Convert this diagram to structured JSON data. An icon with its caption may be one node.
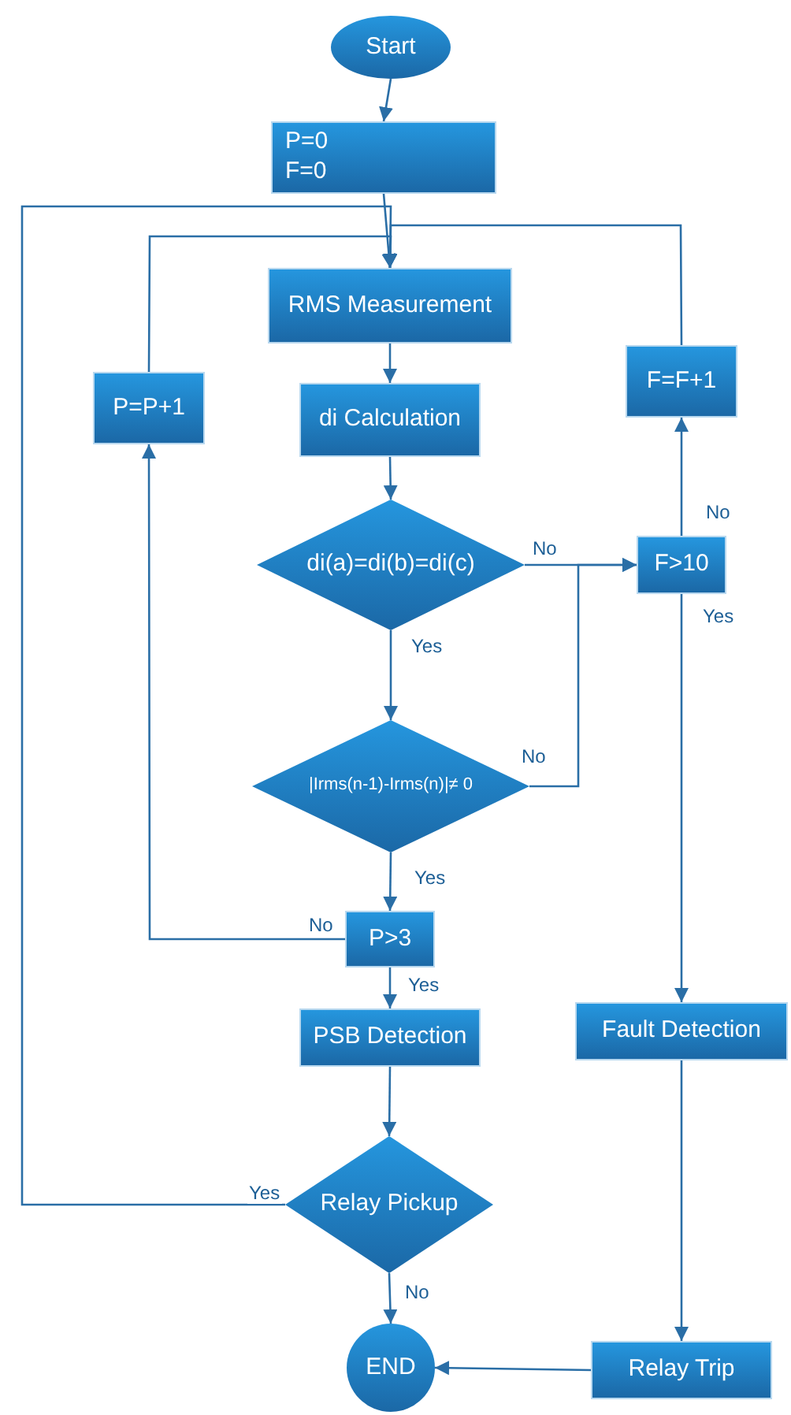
{
  "diagram": {
    "nodes": [
      {
        "text": [
          "Start"
        ]
      },
      {
        "text": [
          "P=0",
          "F=0"
        ]
      },
      {
        "text": [
          "RMS Measurement"
        ]
      },
      {
        "text": [
          "di Calculation"
        ]
      },
      {
        "text": [
          "di(a)=di(b)=di(c)"
        ]
      },
      {
        "text": [
          "|Irms(n-1)-Irms(n)|≠ 0"
        ]
      },
      {
        "text": [
          "P>3"
        ]
      },
      {
        "text": [
          "PSB Detection"
        ]
      },
      {
        "text": [
          "Relay Pickup"
        ]
      },
      {
        "text": [
          "END"
        ]
      },
      {
        "text": [
          "P=P+1"
        ]
      },
      {
        "text": [
          "F>10"
        ]
      },
      {
        "text": [
          "F=F+1"
        ]
      },
      {
        "text": [
          "Fault Detection"
        ]
      },
      {
        "text": [
          "Relay Trip"
        ]
      }
    ],
    "edges": [
      {
        "from": 0,
        "to": 1,
        "arrow": "to"
      },
      {
        "from": 1,
        "to": 2,
        "arrow": "to"
      },
      {
        "from": 2,
        "to": 3,
        "arrow": "to"
      },
      {
        "from": 3,
        "to": 4,
        "arrow": "to"
      },
      {
        "from": 4,
        "to": 5,
        "arrow": "to",
        "label": "Yes"
      },
      {
        "from": 4,
        "to": 11,
        "arrow": "to",
        "label": "No"
      },
      {
        "from": 5,
        "to": 11,
        "arrow": "to",
        "label": "No"
      },
      {
        "from": 5,
        "to": 6,
        "arrow": "to",
        "label": "Yes"
      },
      {
        "from": 6,
        "to": 7,
        "arrow": "to",
        "label": "Yes"
      },
      {
        "from": 6,
        "to": 10,
        "arrow": "to",
        "label": "No"
      },
      {
        "from": 10,
        "to": 2,
        "arrow": "to"
      },
      {
        "from": 7,
        "to": 8,
        "arrow": "to"
      },
      {
        "from": 8,
        "to": 9,
        "arrow": "to",
        "label": "No"
      },
      {
        "from": 8,
        "to": 2,
        "arrow": "to",
        "label": "Yes"
      },
      {
        "from": 11,
        "to": 12,
        "arrow": "to",
        "label": "No"
      },
      {
        "from": 11,
        "to": 13,
        "arrow": "to",
        "label": "Yes"
      },
      {
        "from": 12,
        "to": 2,
        "arrow": "to"
      },
      {
        "from": 13,
        "to": 14,
        "arrow": "to"
      },
      {
        "from": 14,
        "to": 9,
        "arrow": "to"
      }
    ]
  }
}
